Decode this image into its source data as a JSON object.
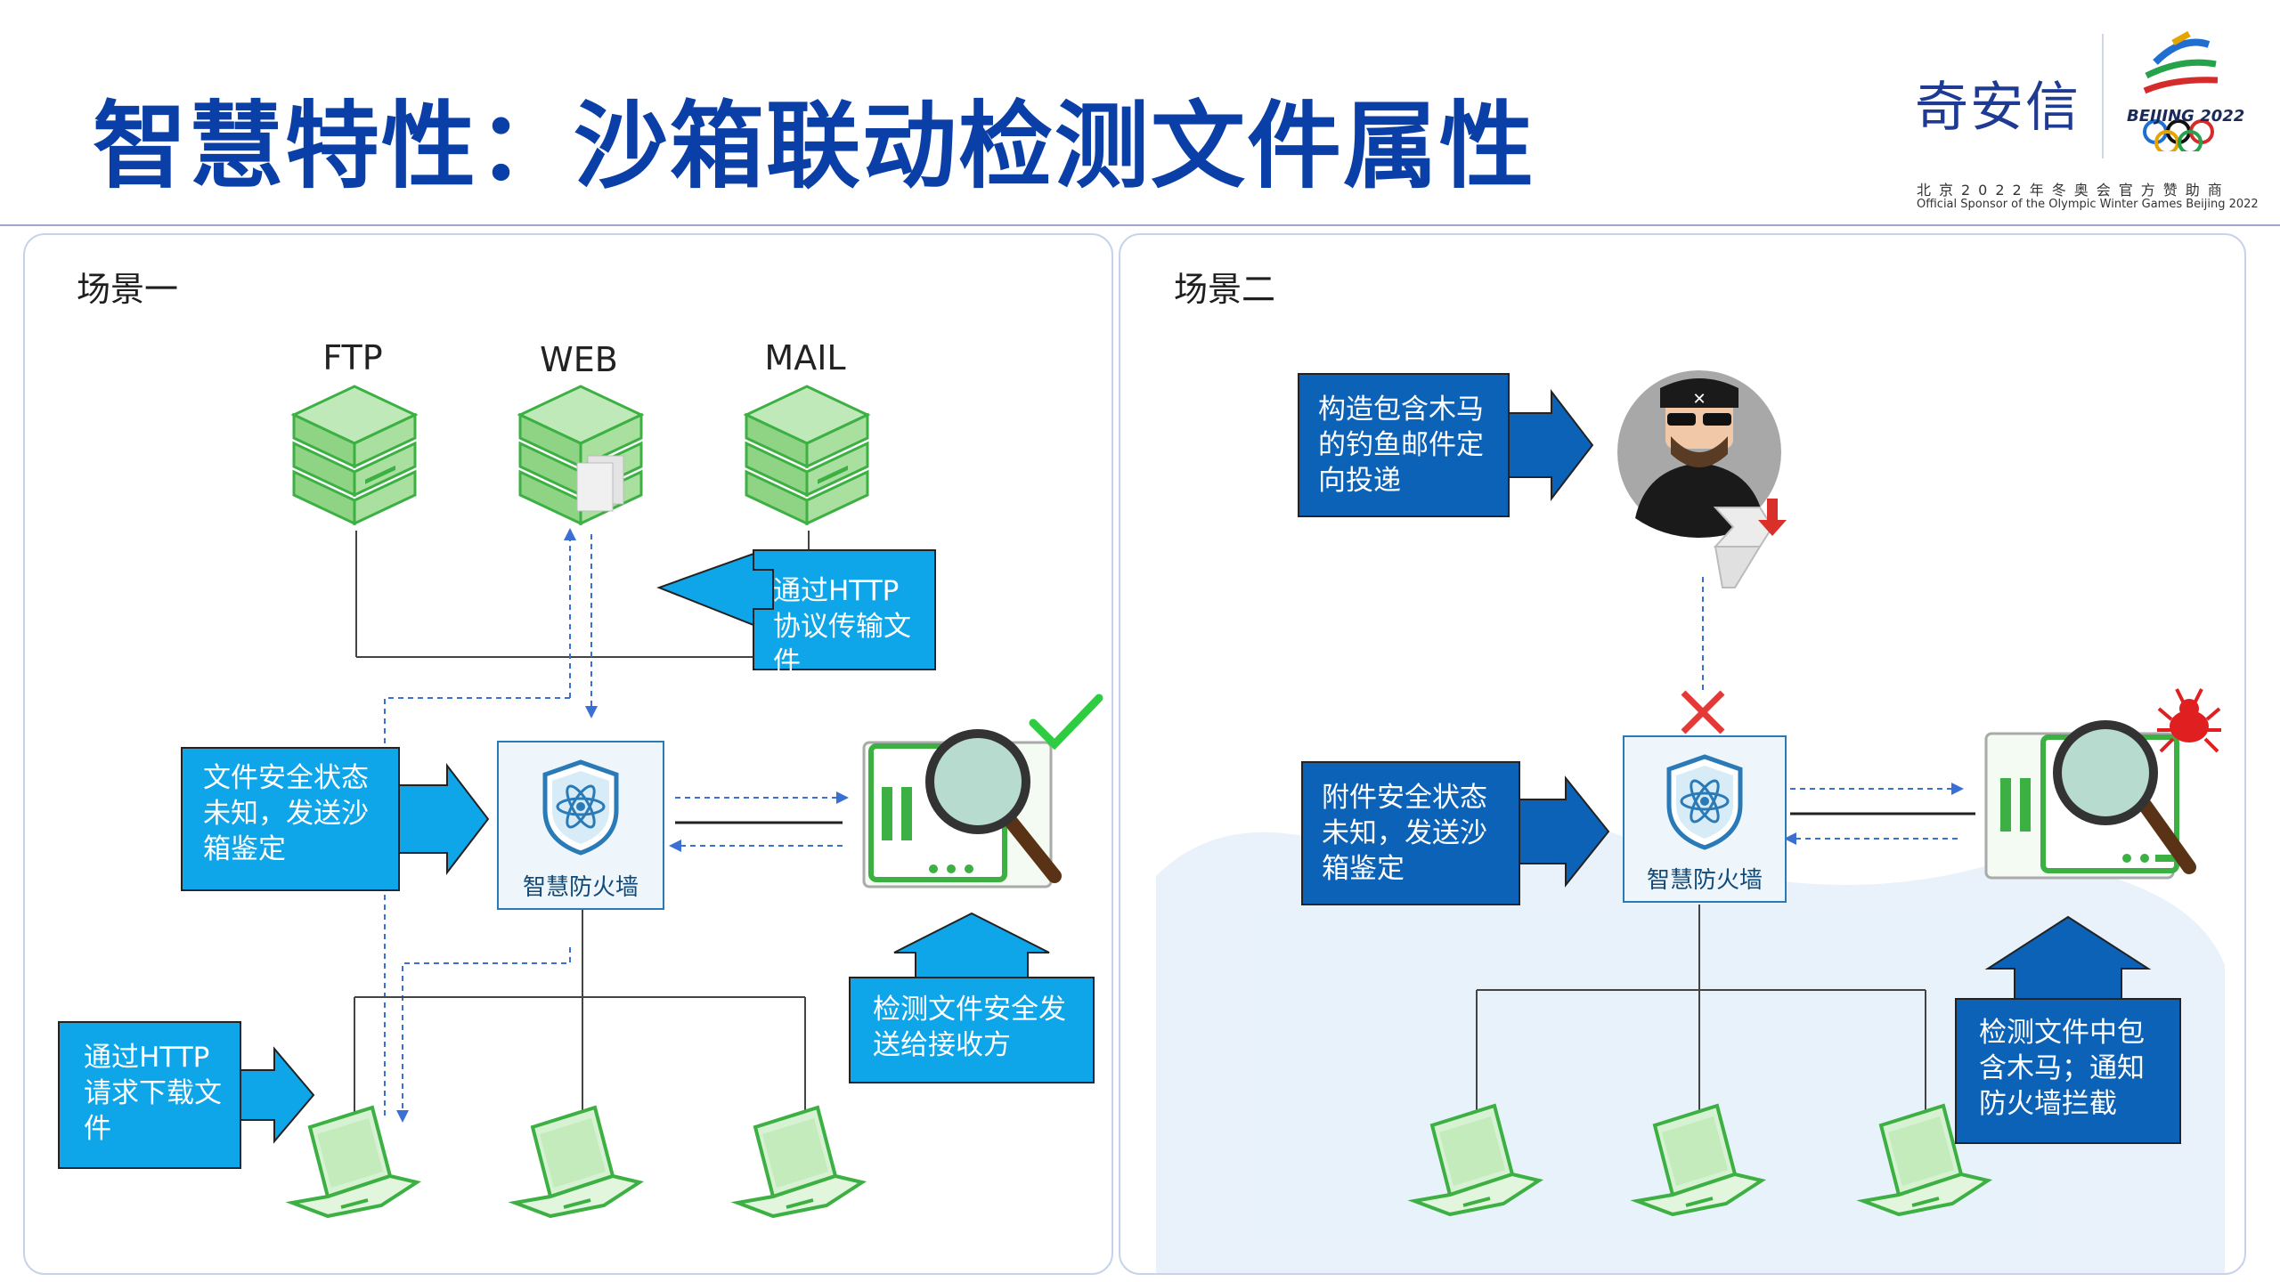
{
  "page": {
    "title": "智慧特性：沙箱联动检测文件属性",
    "logo": {
      "brand": "奇安信",
      "games": "BEIJING 2022",
      "sponsor_cn": "北京2022年冬奥会官方赞助商",
      "sponsor_en": "Official Sponsor of the Olympic Winter Games Beijing 2022"
    }
  },
  "scene1": {
    "label": "场景一",
    "servers": [
      "FTP",
      "WEB",
      "MAIL"
    ],
    "firewall_label": "智慧防火墙",
    "callouts": {
      "http_transfer": "通过HTTP协议传输文件",
      "unknown_status": "文件安全状态未知，发送沙箱鉴定",
      "check_safe": "检测文件安全发送给接收方",
      "http_download": "通过HTTP请求下载文件"
    },
    "colors": {
      "callout": "#0ea5e9",
      "green": "#3cb043",
      "accent_check": "#2ecc40"
    }
  },
  "scene2": {
    "label": "场景二",
    "firewall_label": "智慧防火墙",
    "callouts": {
      "phishing": "构造包含木马的钓鱼邮件定向投递",
      "attachment_unknown": "附件安全状态未知，发送沙箱鉴定",
      "trojan_found": "检测文件中包含木马；通知防火墙拦截"
    },
    "colors": {
      "callout": "#0b62b7",
      "block": "#e53935",
      "bug": "#e02020"
    }
  },
  "icons": [
    "server-icon",
    "file-icon",
    "firewall-shield-icon",
    "sandbox-magnifier-icon",
    "checkmark-icon",
    "laptop-icon",
    "hacker-avatar-icon",
    "email-icon",
    "block-x-icon",
    "bug-icon"
  ]
}
